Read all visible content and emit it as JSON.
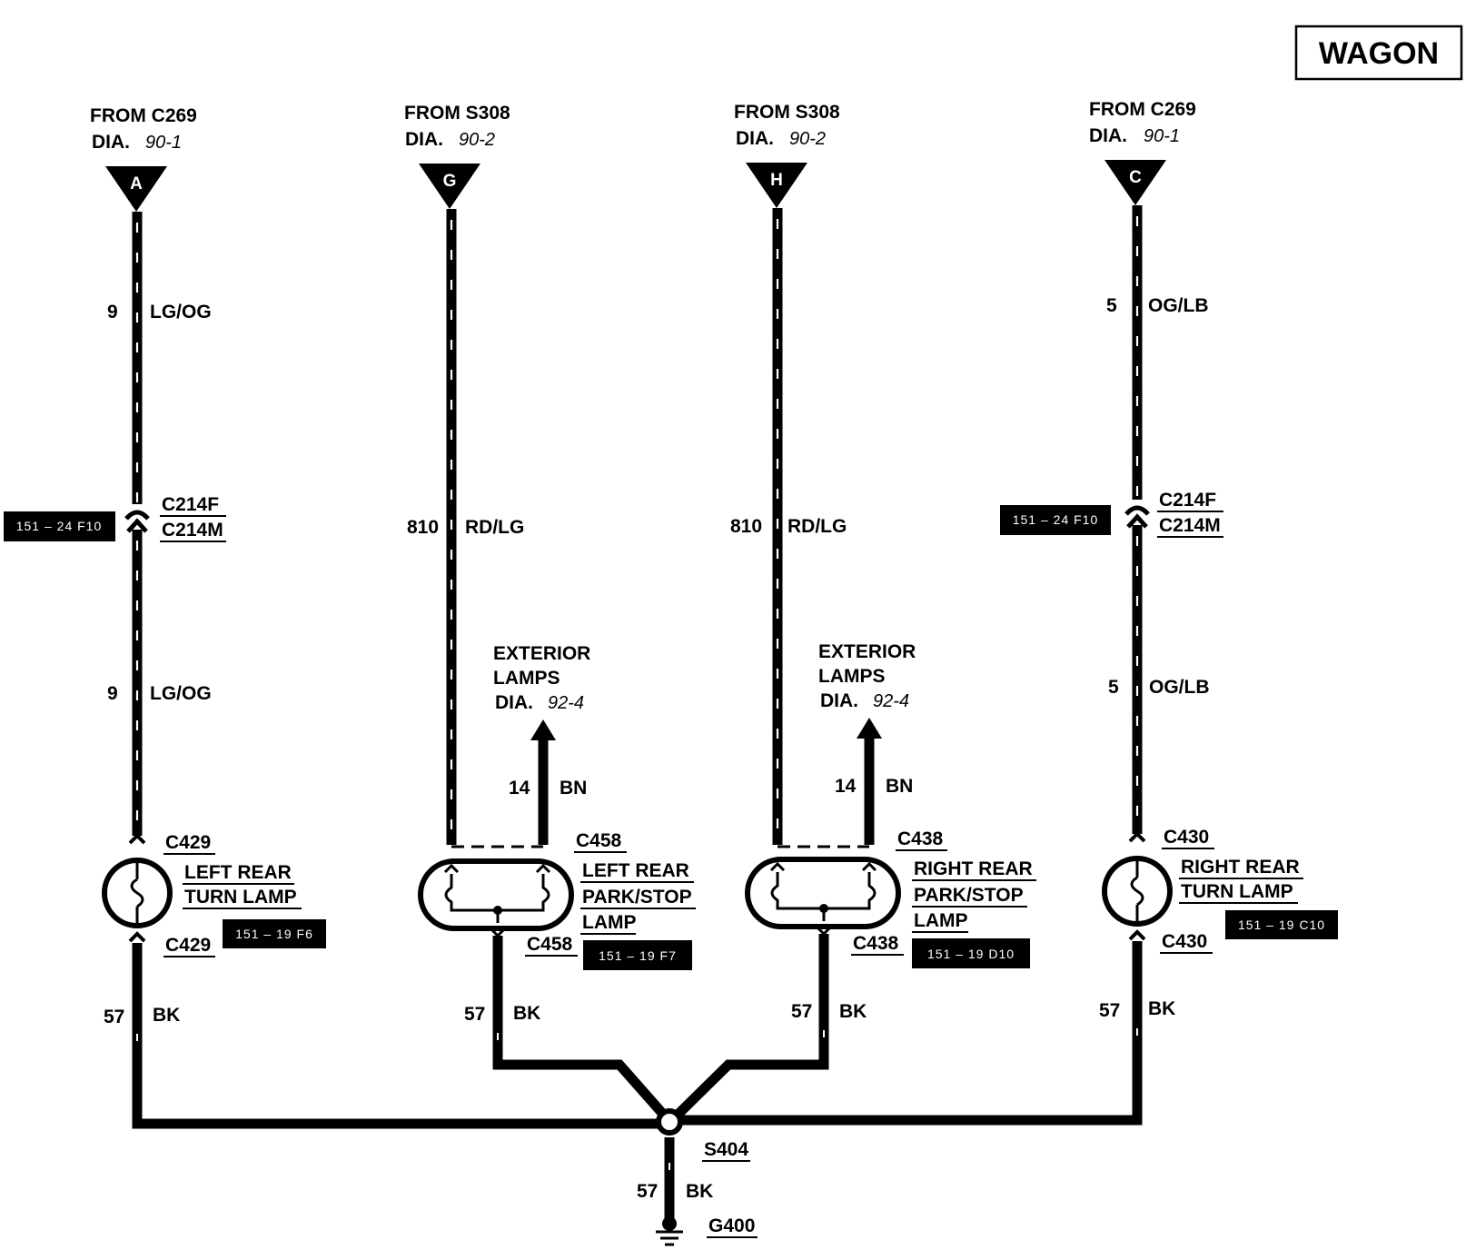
{
  "variant_label": "WAGON",
  "sources": [
    {
      "from": "FROM C269",
      "dia_label": "DIA.",
      "dia_ref": "90-1",
      "pin": "A"
    },
    {
      "from": "FROM S308",
      "dia_label": "DIA.",
      "dia_ref": "90-2",
      "pin": "G"
    },
    {
      "from": "FROM S308",
      "dia_label": "DIA.",
      "dia_ref": "90-2",
      "pin": "H"
    },
    {
      "from": "FROM C269",
      "dia_label": "DIA.",
      "dia_ref": "90-1",
      "pin": "C"
    }
  ],
  "wires": {
    "left_upper": {
      "circuit": "9",
      "color": "LG/OG"
    },
    "left_lower": {
      "circuit": "9",
      "color": "LG/OG"
    },
    "center_left": {
      "circuit": "810",
      "color": "RD/LG"
    },
    "center_right": {
      "circuit": "810",
      "color": "RD/LG"
    },
    "right_upper": {
      "circuit": "5",
      "color": "OG/LB"
    },
    "right_lower": {
      "circuit": "5",
      "color": "OG/LB"
    },
    "bn_left": {
      "circuit": "14",
      "color": "BN"
    },
    "bn_right": {
      "circuit": "14",
      "color": "BN"
    },
    "gnd_1": {
      "circuit": "57",
      "color": "BK"
    },
    "gnd_2": {
      "circuit": "57",
      "color": "BK"
    },
    "gnd_3": {
      "circuit": "57",
      "color": "BK"
    },
    "gnd_4": {
      "circuit": "57",
      "color": "BK"
    },
    "gnd_main": {
      "circuit": "57",
      "color": "BK"
    }
  },
  "inline_connectors": {
    "left": {
      "female": "C214F",
      "male": "C214M",
      "ref": "151 – 24  F10"
    },
    "right": {
      "female": "C214F",
      "male": "C214M",
      "ref": "151 – 24  F10"
    }
  },
  "exterior_refs": [
    {
      "line1": "EXTERIOR",
      "line2": "LAMPS",
      "dia_label": "DIA.",
      "dia_ref": "92-4"
    },
    {
      "line1": "EXTERIOR",
      "line2": "LAMPS",
      "dia_label": "DIA.",
      "dia_ref": "92-4"
    }
  ],
  "components": [
    {
      "connector": "C429",
      "name_lines": [
        "LEFT REAR",
        "TURN LAMP"
      ],
      "ref": "151 – 19  F6"
    },
    {
      "connector": "C458",
      "name_lines": [
        "LEFT REAR",
        "PARK/STOP",
        "LAMP"
      ],
      "ref": "151 – 19  F7"
    },
    {
      "connector": "C438",
      "name_lines": [
        "RIGHT REAR",
        "PARK/STOP",
        "LAMP"
      ],
      "ref": "151 – 19  D10"
    },
    {
      "connector": "C430",
      "name_lines": [
        "RIGHT REAR",
        "TURN LAMP"
      ],
      "ref": "151 – 19  C10"
    }
  ],
  "splice": "S404",
  "ground": "G400"
}
